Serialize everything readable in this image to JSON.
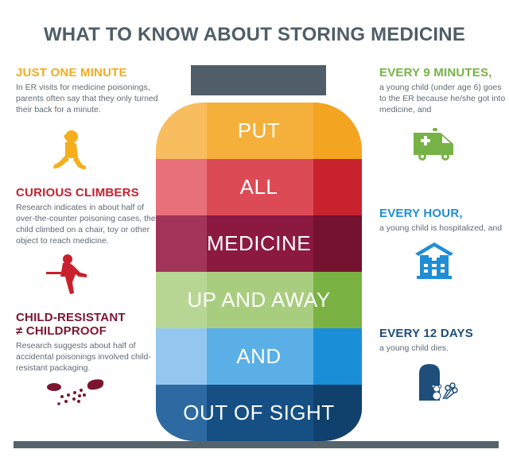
{
  "title": "WHAT TO KNOW ABOUT STORING MEDICINE",
  "left_column": [
    {
      "heading": "JUST ONE MINUTE",
      "body": "In ER visits for medicine poisonings, parents often say that they only turned their back for a minute.",
      "icon": "child-covering-eyes-icon",
      "color": "#f2ac1f"
    },
    {
      "heading": "CURIOUS CLIMBERS",
      "body": "Research indicates in about half of over-the-counter poisoning cases, the child climbed on a chair, toy or other object to reach medicine.",
      "icon": "child-climbing-icon",
      "color": "#c4212f"
    },
    {
      "heading_line1": "CHILD-RESISTANT",
      "heading_line2": "≠ CHILDPROOF",
      "body": "Research suggests about half of accidental poisonings involved child-resistant packaging.",
      "icon": "spilled-pills-icon",
      "color": "#7c1530"
    }
  ],
  "right_column": [
    {
      "heading": "EVERY 9 MINUTES,",
      "body": "a young child (under age 6) goes to the ER because he/she got into medicine, and",
      "icon": "ambulance-icon",
      "color": "#77b246"
    },
    {
      "heading": "EVERY HOUR,",
      "body": "a young child is hospitalized, and",
      "icon": "hospital-icon",
      "color": "#1f8ed6"
    },
    {
      "heading": "EVERY 12 DAYS",
      "body": "a young child dies.",
      "icon": "gravestone-icon",
      "color": "#1e4e79"
    }
  ],
  "bottle": {
    "cap_color": "#4f5e68",
    "bands": [
      {
        "label": "PUT",
        "colors": [
          "#f8bd5e",
          "#f5b03b",
          "#f3a421"
        ]
      },
      {
        "label": "ALL",
        "colors": [
          "#e8707a",
          "#dc4a55",
          "#c8222f"
        ]
      },
      {
        "label": "MEDICINE",
        "colors": [
          "#a23459",
          "#8c1a40",
          "#741230"
        ]
      },
      {
        "label": "UP AND AWAY",
        "colors": [
          "#b8d693",
          "#a9cd7f",
          "#7bb244"
        ]
      },
      {
        "label": "AND",
        "colors": [
          "#94c7ef",
          "#5aafe6",
          "#1a8fd8"
        ]
      },
      {
        "label": "OUT OF SIGHT",
        "colors": [
          "#2d6aa2",
          "#164f84",
          "#10406c"
        ]
      }
    ]
  },
  "shelf_color": "#55636d"
}
